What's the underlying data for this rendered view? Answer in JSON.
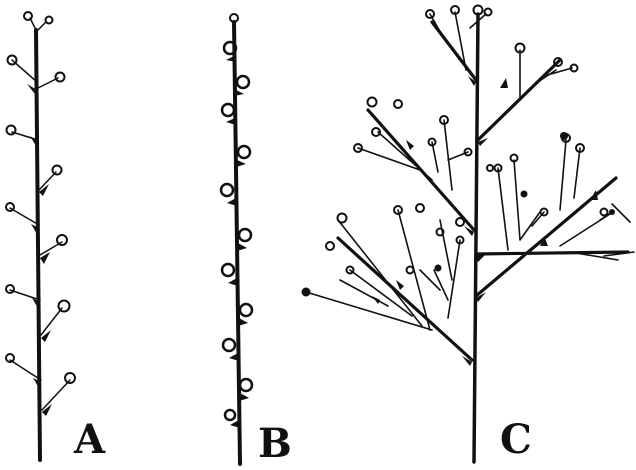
{
  "figure": {
    "panels": [
      {
        "label": "A",
        "description_type": "raceme"
      },
      {
        "label": "B",
        "description_type": "spike"
      },
      {
        "label": "C",
        "description_type": "panicle"
      }
    ]
  },
  "colors": {
    "ink": "#111111",
    "paper": "#ffffff"
  }
}
